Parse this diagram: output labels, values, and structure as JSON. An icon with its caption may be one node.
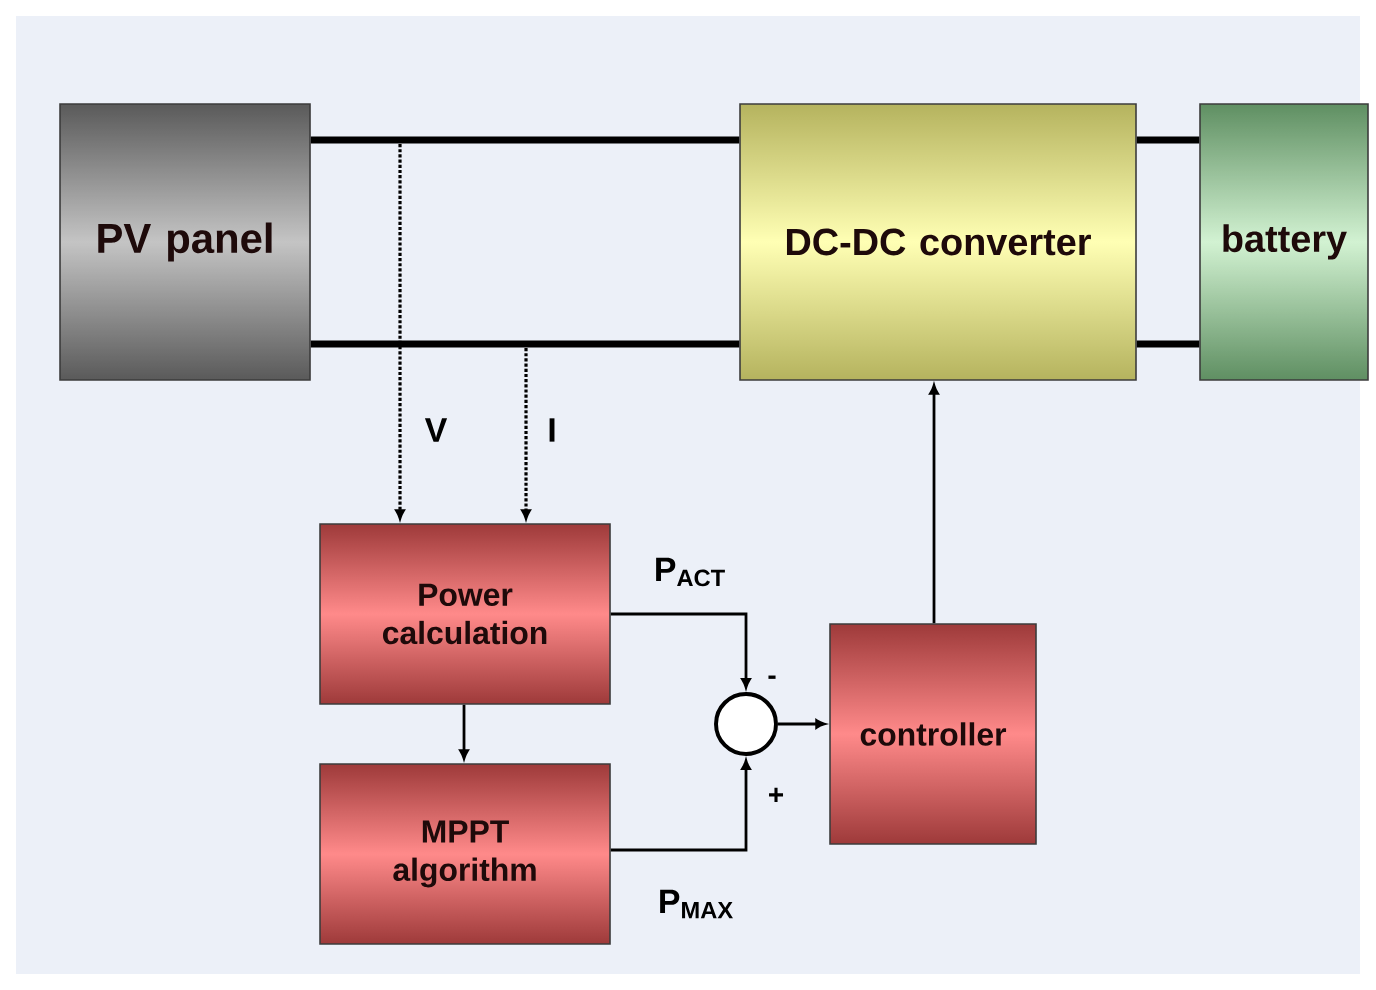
{
  "diagram": {
    "nodes": [
      {
        "text": [
          "PV panel"
        ]
      },
      {
        "text": [
          "DC-DC converter"
        ]
      },
      {
        "text": [
          "battery"
        ]
      },
      {
        "text": [
          "Power calculation"
        ]
      },
      {
        "text": [
          "MPPT algorithm"
        ]
      },
      {
        "text": [],
        "shape": "circle"
      },
      {
        "text": [
          "controller"
        ]
      }
    ],
    "edges": [
      {
        "from": 0,
        "to": 1,
        "arrow": "none",
        "style": "thick"
      },
      {
        "from": 0,
        "to": 1,
        "arrow": "none",
        "style": "thick"
      },
      {
        "from": 1,
        "to": 2,
        "arrow": "none",
        "style": "thick"
      },
      {
        "from": 1,
        "to": 2,
        "arrow": "none",
        "style": "thick"
      },
      {
        "from": null,
        "to": 3,
        "arrow": "to",
        "style": "dashed",
        "label": "V"
      },
      {
        "from": null,
        "to": 3,
        "arrow": "to",
        "style": "dashed",
        "label": "I"
      },
      {
        "from": 3,
        "to": 4,
        "arrow": "to"
      },
      {
        "from": 3,
        "to": 5,
        "arrow": "to",
        "label": "P$_{ACT}$"
      },
      {
        "from": 4,
        "to": 5,
        "arrow": "to",
        "label": "P$_{MAX}$"
      },
      {
        "from": 5,
        "to": 6,
        "arrow": "to"
      },
      {
        "from": 6,
        "to": 1,
        "arrow": "to"
      }
    ],
    "labels": [
      "-",
      "+"
    ]
  }
}
